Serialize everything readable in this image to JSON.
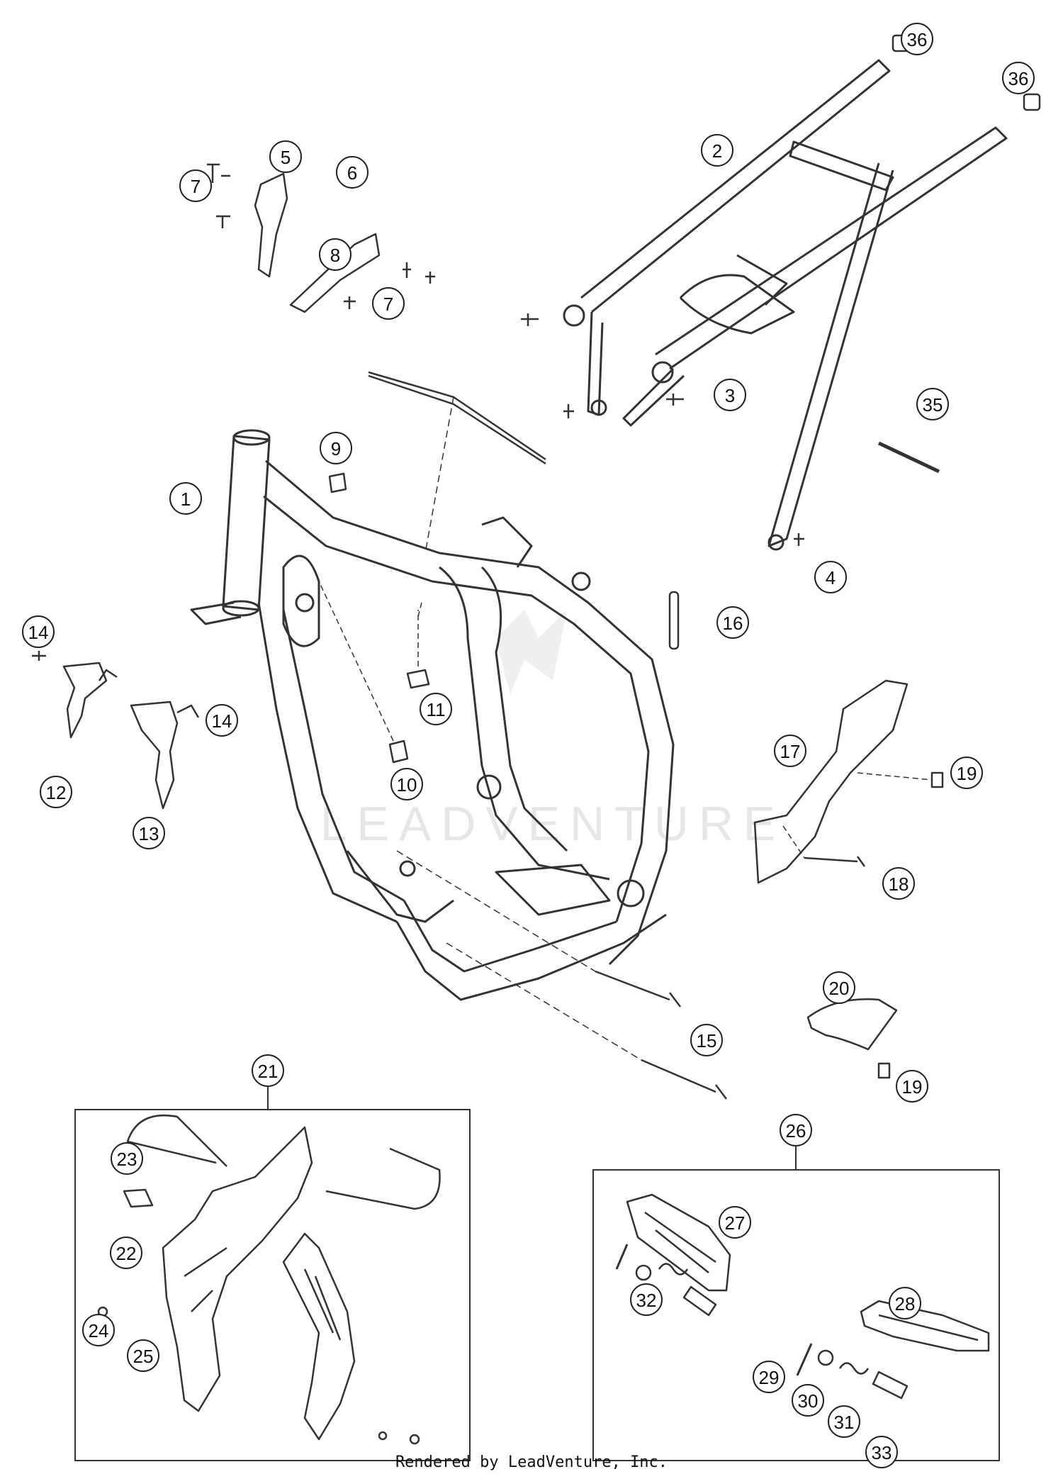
{
  "callouts": [
    {
      "label": "36"
    },
    {
      "label": "36"
    },
    {
      "label": "2"
    },
    {
      "label": "5"
    },
    {
      "label": "6"
    },
    {
      "label": "7"
    },
    {
      "label": "7"
    },
    {
      "label": "8"
    },
    {
      "label": "3"
    },
    {
      "label": "35"
    },
    {
      "label": "9"
    },
    {
      "label": "1"
    },
    {
      "label": "4"
    },
    {
      "label": "14"
    },
    {
      "label": "16"
    },
    {
      "label": "11"
    },
    {
      "label": "14"
    },
    {
      "label": "17"
    },
    {
      "label": "19"
    },
    {
      "label": "12"
    },
    {
      "label": "10"
    },
    {
      "label": "13"
    },
    {
      "label": "18"
    },
    {
      "label": "20"
    },
    {
      "label": "15"
    },
    {
      "label": "19"
    },
    {
      "label": "21"
    },
    {
      "label": "26"
    },
    {
      "label": "23"
    },
    {
      "label": "27"
    },
    {
      "label": "22"
    },
    {
      "label": "32"
    },
    {
      "label": "28"
    },
    {
      "label": "24"
    },
    {
      "label": "25"
    },
    {
      "label": "29"
    },
    {
      "label": "30"
    },
    {
      "label": "31"
    },
    {
      "label": "33"
    }
  ],
  "watermark": "LEADVENTURE",
  "footer": "Rendered by LeadVenture, Inc."
}
